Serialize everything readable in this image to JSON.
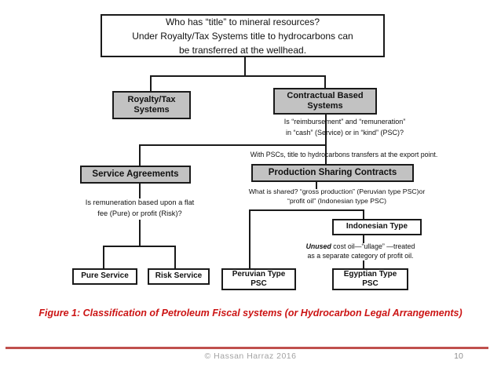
{
  "boxes": {
    "root": {
      "label": "Who has “title” to mineral resources?\nUnder Royalty/Tax Systems title to hydrocarbons can\nbe transferred at the wellhead."
    },
    "royalty_tax": {
      "label": "Royalty/Tax\nSystems"
    },
    "contractual": {
      "label": "Contractual Based\nSystems"
    },
    "service_agreements": {
      "label": "Service Agreements"
    },
    "production_sharing": {
      "label": "Production Sharing Contracts"
    },
    "indonesian": {
      "label": "Indonesian Type"
    },
    "pure_service": {
      "label": "Pure Service"
    },
    "risk_service": {
      "label": "Risk Service"
    },
    "peruvian": {
      "label": "Peruvian Type\nPSC"
    },
    "egyptian": {
      "label": "Egyptian Type\nPSC"
    }
  },
  "annotations": {
    "reimbursement": "Is “reimbursement” and “remuneration”\nin “cash” (Service) or in “kind” (PSC)?",
    "export_point": "With PSCs, title to hydrocarbons transfers at the export point.",
    "flat_fee": "Is remuneration based upon a flat\nfee (Pure) or profit (Risk)?",
    "what_shared": "What is shared? “gross production”  (Peruvian type PSC)or\n“profit oil” (Indonesian type PSC)",
    "unused_bold": "Unused",
    "unused_rest": " cost oil—“ullage” —treated\nas a separate category of profit oil."
  },
  "caption": {
    "text": "Figure 1: Classification of Petroleum Fiscal systems (or Hydrocarbon Legal Arrangements)"
  },
  "footer": {
    "copyright": "©  Hassan Harraz  2016",
    "page": "10"
  },
  "colors": {
    "caption_red": "#cc1414",
    "footer_rule": "#c0504d",
    "node_gray": "#c2c2c2",
    "connector": "#1a1a1a"
  }
}
